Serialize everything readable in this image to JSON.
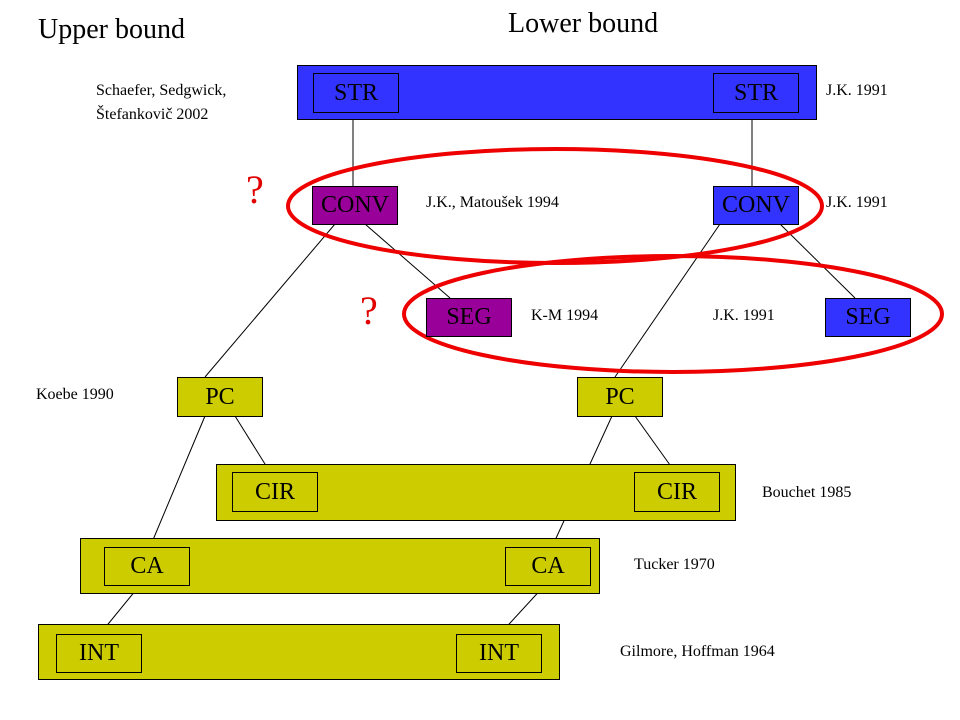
{
  "colors": {
    "blue": "#3333ff",
    "purple": "#990099",
    "olive": "#cccc00",
    "highlight": "#ee0000",
    "line": "#000000"
  },
  "headings": {
    "upper": "Upper bound",
    "lower": "Lower bound"
  },
  "nodes": {
    "str": "STR",
    "conv": "CONV",
    "seg": "SEG",
    "pc": "PC",
    "cir": "CIR",
    "ca": "CA",
    "int": "INT"
  },
  "citations": {
    "schaefer_line1": "Schaefer, Sedgwick,",
    "schaefer_line2": "Štefankovič 2002",
    "jk1991": "J.K. 1991",
    "jk_matousek": "J.K., Matoušek 1994",
    "km1994": "K-M 1994",
    "koebe": "Koebe 1990",
    "bouchet": "Bouchet 1985",
    "tucker": "Tucker 1970",
    "gilmore": "Gilmore, Hoffman 1964"
  },
  "marks": {
    "question": "?"
  }
}
